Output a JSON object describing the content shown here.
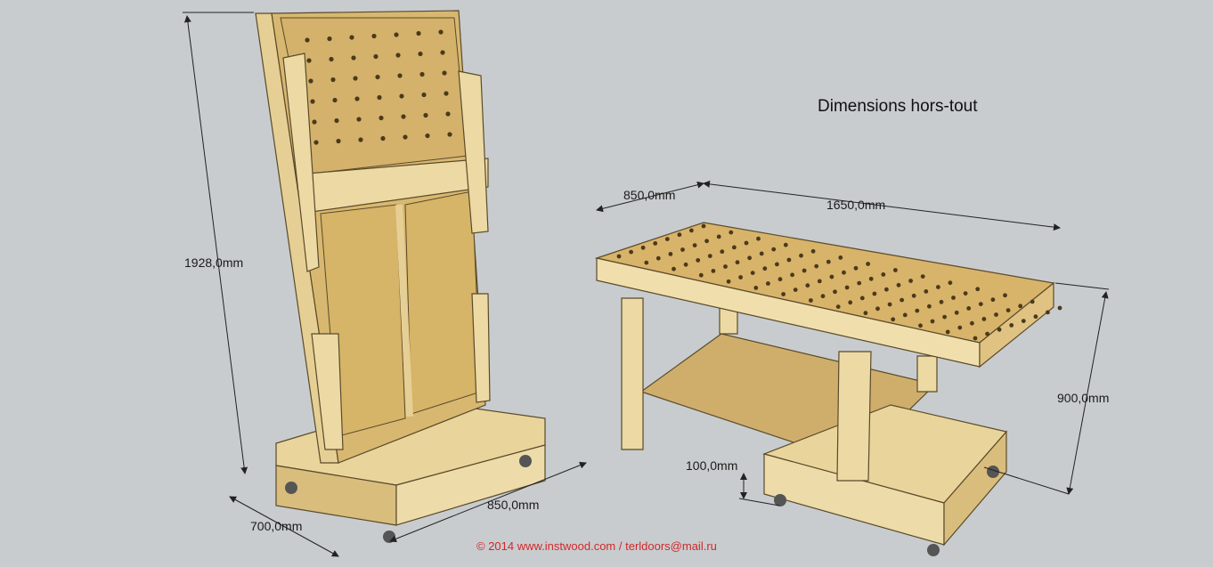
{
  "caption": "Dimensions hors-tout",
  "dimensions": {
    "height_left": "1928,0mm",
    "depth_left": "700,0mm",
    "width_left": "850,0mm",
    "depth_right": "850,0mm",
    "length_right": "1650,0mm",
    "height_right": "900,0mm",
    "clearance": "100,0mm"
  },
  "copyright": "© 2014 www.instwood.com / terldoors@mail.ru",
  "colors": {
    "background": "#c8ccce",
    "wood": "#e6cf94",
    "panel": "#d8b870",
    "board": "#cfae6c",
    "copyright": "#d2282a"
  }
}
